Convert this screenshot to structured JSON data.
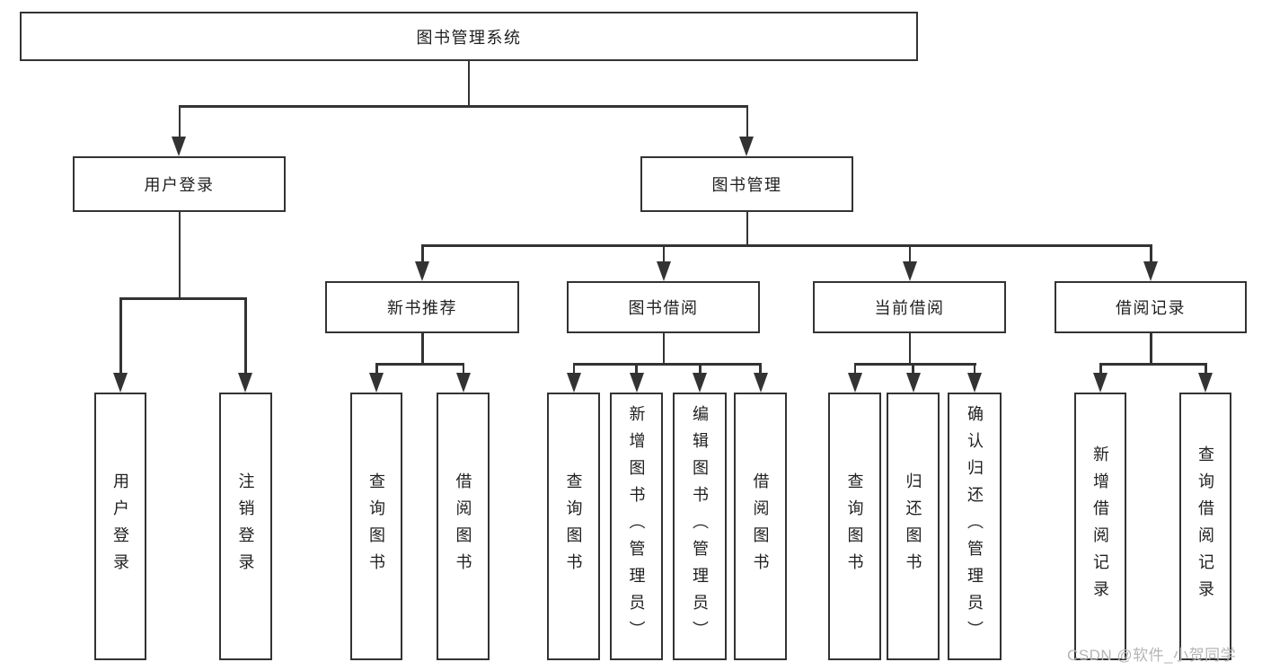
{
  "colors": {
    "line": "#333333",
    "text": "#1f1f1f",
    "box-bg": "#ffffff",
    "watermark": "#b5b5b5",
    "background": "#ffffff"
  },
  "watermark": "CSDN @软件_小贺同学",
  "tree": {
    "root": {
      "label": "图书管理系统"
    },
    "branches": [
      {
        "label": "用户登录",
        "children": [
          {
            "label": "用户登录"
          },
          {
            "label": "注销登录"
          }
        ]
      },
      {
        "label": "图书管理",
        "children": [
          {
            "label": "新书推荐",
            "children": [
              {
                "label": "查询图书"
              },
              {
                "label": "借阅图书"
              }
            ]
          },
          {
            "label": "图书借阅",
            "children": [
              {
                "label": "查询图书"
              },
              {
                "label": "新增图书（管理员）"
              },
              {
                "label": "编辑图书（管理员）"
              },
              {
                "label": "借阅图书"
              }
            ]
          },
          {
            "label": "当前借阅",
            "children": [
              {
                "label": "查询图书"
              },
              {
                "label": "归还图书"
              },
              {
                "label": "确认归还（管理员）"
              }
            ]
          },
          {
            "label": "借阅记录",
            "children": [
              {
                "label": "新增借阅记录"
              },
              {
                "label": "查询借阅记录"
              }
            ]
          }
        ]
      }
    ]
  }
}
